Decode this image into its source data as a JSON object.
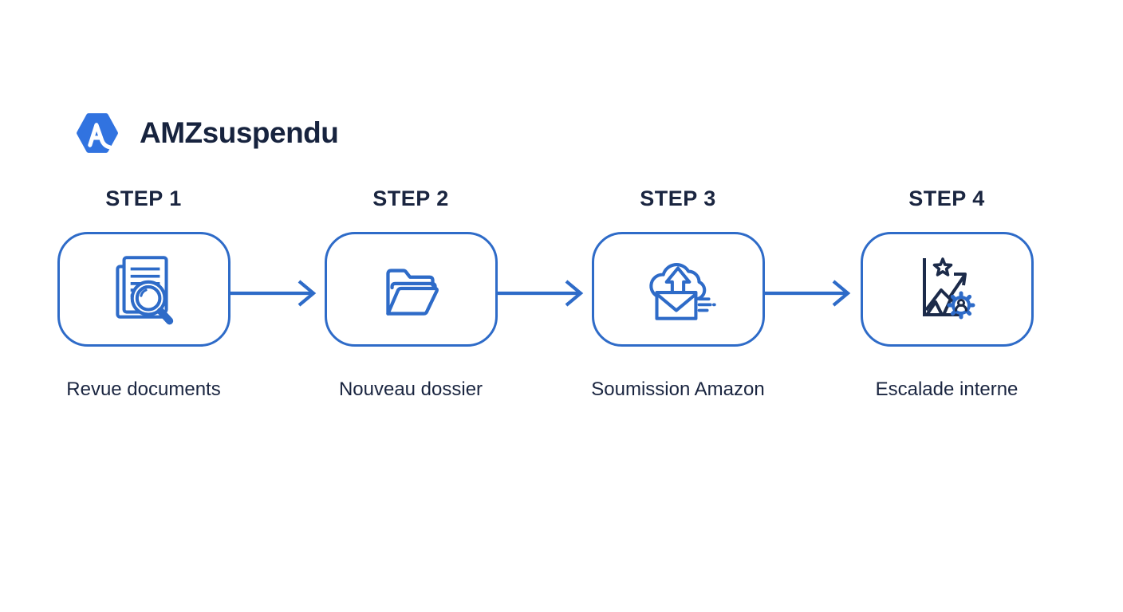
{
  "page": {
    "background": "#ffffff"
  },
  "logo": {
    "text": "AMZsuspendu",
    "icon": "hexagon-a-logo"
  },
  "colors": {
    "accent_blue": "#2e6bc8",
    "logo_blue": "#3173e0",
    "navy_text": "#1a2540",
    "icon_navy": "#1c2b4a",
    "background": "#ffffff"
  },
  "steps": [
    {
      "heading": "STEP 1",
      "label": "Revue documents",
      "icon": "document-review-icon"
    },
    {
      "heading": "STEP 2",
      "label": "Nouveau dossier",
      "icon": "open-folder-icon"
    },
    {
      "heading": "STEP 3",
      "label": "Soumission Amazon",
      "icon": "cloud-upload-envelope-icon"
    },
    {
      "heading": "STEP 4",
      "label": "Escalade interne",
      "icon": "growth-chart-gear-icon"
    }
  ]
}
